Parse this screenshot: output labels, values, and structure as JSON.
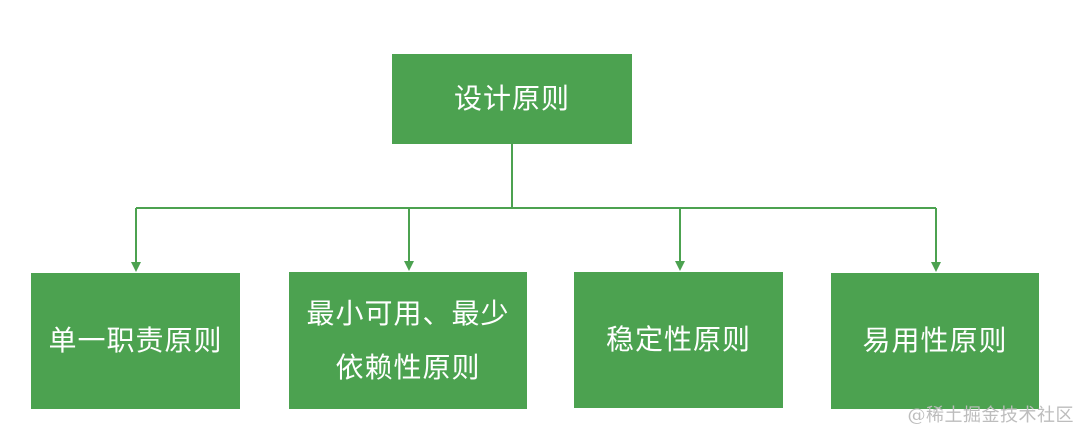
{
  "diagram": {
    "root": {
      "label": "设计原则"
    },
    "children": [
      {
        "label": "单一职责原则"
      },
      {
        "line1": "最小可用、最少",
        "line2": "依赖性原则"
      },
      {
        "label": "稳定性原则"
      },
      {
        "label": "易用性原则"
      }
    ],
    "colors": {
      "node_fill": "#4ca250",
      "node_text": "#ffffff",
      "connector": "#4ca250"
    }
  },
  "watermark": "@稀土掘金技术社区"
}
